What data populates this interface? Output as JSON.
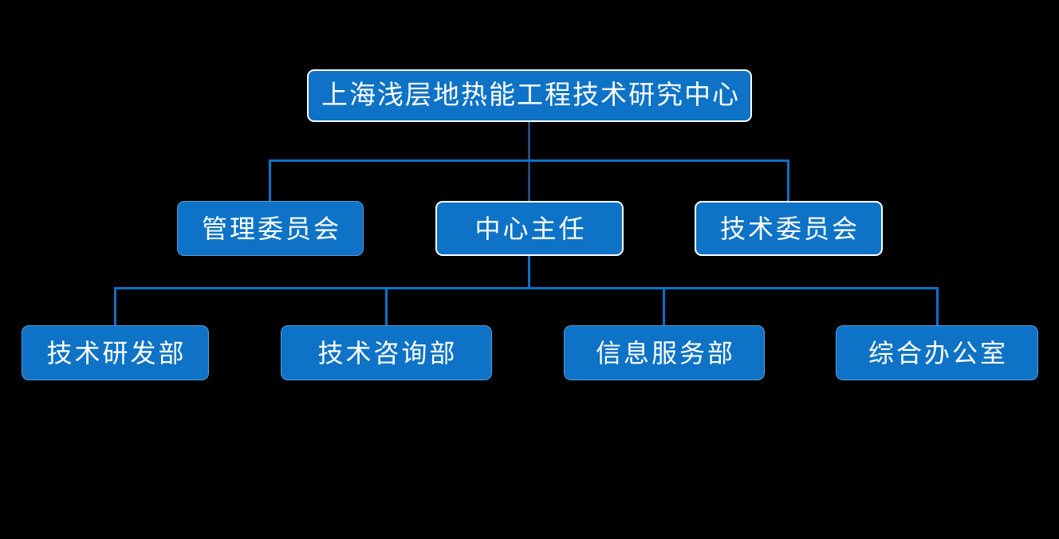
{
  "org_chart": {
    "root": {
      "label": "上海浅层地热能工程技术研究中心"
    },
    "level2": [
      {
        "label": "管理委员会"
      },
      {
        "label": "中心主任"
      },
      {
        "label": "技术委员会"
      }
    ],
    "level3": [
      {
        "label": "技术研发部"
      },
      {
        "label": "技术咨询部"
      },
      {
        "label": "信息服务部"
      },
      {
        "label": "综合办公室"
      }
    ]
  },
  "colors": {
    "background": "#000000",
    "box_fill": "#0E73C6",
    "box_border": "#FFFFFF",
    "connector": "#0C72C8",
    "connector_dark": "#24497E",
    "text": "#FFFFFF"
  }
}
